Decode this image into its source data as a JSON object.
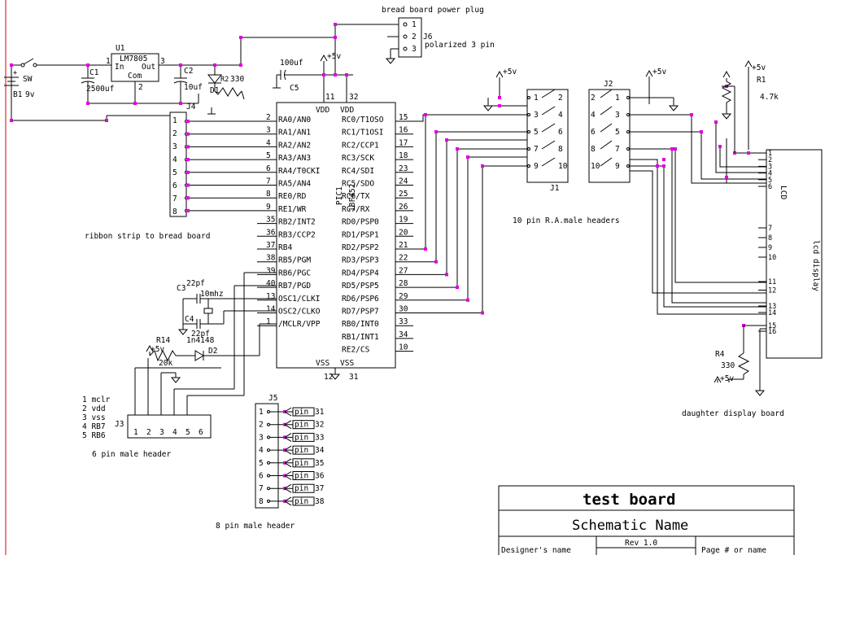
{
  "sheet": {
    "title": "test board",
    "schematic_name": "Schematic Name",
    "designer_label": "Designer's name",
    "rev": "Rev 1.0",
    "page_label": "Page # or name"
  },
  "labels": {
    "power_plug": "bread board power plug",
    "polarized": "polarized 3 pin",
    "ribbon": "ribbon strip to bread board",
    "ra_headers": "10 pin R.A.male headers",
    "six_pin": "6 pin male header",
    "eight_pin": "8 pin male header",
    "daughter": "daughter display board",
    "lcd": "LCD",
    "lcd_display": "lcd display",
    "j3_legend": [
      "1 mclr",
      "2 vdd",
      "3 vss",
      "4 RB7",
      "5 RB6"
    ]
  },
  "parts": {
    "u1_ref": "U1",
    "u1_name": "LM7805",
    "u1_in": "In",
    "u1_out": "Out",
    "u1_com": "Com",
    "u1_p1": "1",
    "u1_p2": "2",
    "u1_p3": "3",
    "c1": "C1",
    "c1_val": "2500uf",
    "c2": "C2",
    "c2_val": "10uf",
    "c5": "C5",
    "c5_val": "100uf",
    "c3": "C3",
    "c3_val": "22pf",
    "c4": "C4",
    "c4_val": "22pf",
    "xtal": "10mhz",
    "sw": "SW",
    "b1": "B1",
    "b1_val": "9v",
    "r2_val": "330",
    "r2": "R2",
    "d1": "D1",
    "r14": "R14",
    "r14_val": "20k",
    "d2": "D2",
    "d2_val": "1n4148",
    "r1": "R1",
    "r1_val": "4.7k",
    "r4": "R4",
    "r4_val": "330",
    "pwr": "+5v",
    "j1": "J1",
    "j2": "J2",
    "j3": "J3",
    "j4": "J4",
    "j5": "J5",
    "j6": "J6",
    "pic_name": "PIC1",
    "pic_part": "18F452",
    "vdd": "VDD",
    "vss": "VSS",
    "p11": "11",
    "p32": "32",
    "p12": "12",
    "p31": "31",
    "pin": "pin"
  },
  "pic_left": [
    {
      "name": "RA0/AN0",
      "pin": "2"
    },
    {
      "name": "RA1/AN1",
      "pin": "3"
    },
    {
      "name": "RA2/AN2",
      "pin": "4"
    },
    {
      "name": "RA3/AN3",
      "pin": "5"
    },
    {
      "name": "RA4/T0CKI",
      "pin": "6"
    },
    {
      "name": "RA5/AN4",
      "pin": "7"
    },
    {
      "name": "RE0/RD",
      "pin": "8"
    },
    {
      "name": "RE1/WR",
      "pin": "9"
    },
    {
      "name": "RB2/INT2",
      "pin": "35"
    },
    {
      "name": "RB3/CCP2",
      "pin": "36"
    },
    {
      "name": "RB4",
      "pin": "37"
    },
    {
      "name": "RB5/PGM",
      "pin": "38"
    },
    {
      "name": "RB6/PGC",
      "pin": "39"
    },
    {
      "name": "RB7/PGD",
      "pin": "40"
    },
    {
      "name": "OSC1/CLKI",
      "pin": "13"
    },
    {
      "name": "OSC2/CLKO",
      "pin": "14"
    },
    {
      "name": "/MCLR/VPP",
      "pin": "1"
    }
  ],
  "pic_right": [
    {
      "name": "RC0/T1OSO",
      "pin": "15"
    },
    {
      "name": "RC1/T1OSI",
      "pin": "16"
    },
    {
      "name": "RC2/CCP1",
      "pin": "17"
    },
    {
      "name": "RC3/SCK",
      "pin": "18"
    },
    {
      "name": "RC4/SDI",
      "pin": "23"
    },
    {
      "name": "RC5/SDO",
      "pin": "24"
    },
    {
      "name": "RC6/TX",
      "pin": "25"
    },
    {
      "name": "RC7/RX",
      "pin": "26"
    },
    {
      "name": "RD0/PSP0",
      "pin": "19"
    },
    {
      "name": "RD1/PSP1",
      "pin": "20"
    },
    {
      "name": "RD2/PSP2",
      "pin": "21"
    },
    {
      "name": "RD3/PSP3",
      "pin": "22"
    },
    {
      "name": "RD4/PSP4",
      "pin": "27"
    },
    {
      "name": "RD5/PSP5",
      "pin": "28"
    },
    {
      "name": "RD6/PSP6",
      "pin": "29"
    },
    {
      "name": "RD7/PSP7",
      "pin": "30"
    },
    {
      "name": "RB0/INT0",
      "pin": "33"
    },
    {
      "name": "RB1/INT1",
      "pin": "34"
    },
    {
      "name": "RE2/CS",
      "pin": "10"
    }
  ],
  "j6_pins": [
    "1",
    "2",
    "3"
  ],
  "j4_pins": [
    "1",
    "2",
    "3",
    "4",
    "5",
    "6",
    "7",
    "8"
  ],
  "j5_pins": [
    "1",
    "2",
    "3",
    "4",
    "5",
    "6",
    "7",
    "8"
  ],
  "j5_refs": [
    "31",
    "32",
    "33",
    "34",
    "35",
    "36",
    "37",
    "38"
  ],
  "j3_pins": [
    "1",
    "2",
    "3",
    "4",
    "5",
    "6"
  ],
  "j1_rows": [
    [
      "1",
      "2"
    ],
    [
      "3",
      "4"
    ],
    [
      "5",
      "6"
    ],
    [
      "7",
      "8"
    ],
    [
      "9",
      "10"
    ]
  ],
  "j2_rows": [
    [
      "2",
      "1"
    ],
    [
      "4",
      "3"
    ],
    [
      "6",
      "5"
    ],
    [
      "8",
      "7"
    ],
    [
      "10",
      "9"
    ]
  ],
  "lcd_pins": [
    "1",
    "2",
    "3",
    "4",
    "5",
    "6",
    "7",
    "8",
    "9",
    "10",
    "11",
    "12",
    "13",
    "14",
    "15",
    "16"
  ]
}
